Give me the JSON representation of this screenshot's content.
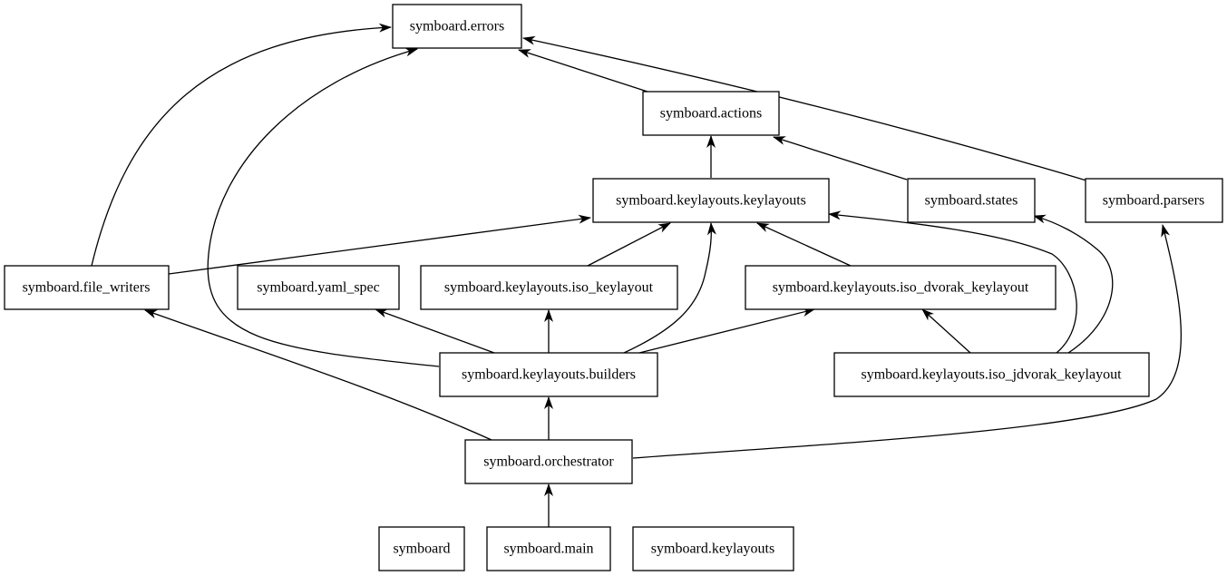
{
  "diagram": {
    "type": "module-dependency-graph",
    "colors": {
      "stroke": "#000000",
      "fill": "#ffffff",
      "text": "#000000"
    },
    "nodes": [
      {
        "id": "errors",
        "label": "symboard.errors"
      },
      {
        "id": "actions",
        "label": "symboard.actions"
      },
      {
        "id": "keylayouts_keylayouts",
        "label": "symboard.keylayouts.keylayouts"
      },
      {
        "id": "states",
        "label": "symboard.states"
      },
      {
        "id": "parsers",
        "label": "symboard.parsers"
      },
      {
        "id": "file_writers",
        "label": "symboard.file_writers"
      },
      {
        "id": "yaml_spec",
        "label": "symboard.yaml_spec"
      },
      {
        "id": "iso_keylayout",
        "label": "symboard.keylayouts.iso_keylayout"
      },
      {
        "id": "iso_dvorak_keylayout",
        "label": "symboard.keylayouts.iso_dvorak_keylayout"
      },
      {
        "id": "builders",
        "label": "symboard.keylayouts.builders"
      },
      {
        "id": "iso_jdvorak_keylayout",
        "label": "symboard.keylayouts.iso_jdvorak_keylayout"
      },
      {
        "id": "orchestrator",
        "label": "symboard.orchestrator"
      },
      {
        "id": "symboard",
        "label": "symboard"
      },
      {
        "id": "main",
        "label": "symboard.main"
      },
      {
        "id": "keylayouts",
        "label": "symboard.keylayouts"
      }
    ],
    "edges": [
      {
        "from": "actions",
        "to": "errors"
      },
      {
        "from": "parsers",
        "to": "errors"
      },
      {
        "from": "file_writers",
        "to": "errors"
      },
      {
        "from": "builders",
        "to": "errors"
      },
      {
        "from": "keylayouts_keylayouts",
        "to": "actions"
      },
      {
        "from": "states",
        "to": "actions"
      },
      {
        "from": "file_writers",
        "to": "keylayouts_keylayouts"
      },
      {
        "from": "iso_keylayout",
        "to": "keylayouts_keylayouts"
      },
      {
        "from": "builders",
        "to": "keylayouts_keylayouts"
      },
      {
        "from": "iso_dvorak_keylayout",
        "to": "keylayouts_keylayouts"
      },
      {
        "from": "iso_jdvorak_keylayout",
        "to": "keylayouts_keylayouts"
      },
      {
        "from": "iso_jdvorak_keylayout",
        "to": "states"
      },
      {
        "from": "orchestrator",
        "to": "parsers"
      },
      {
        "from": "orchestrator",
        "to": "file_writers"
      },
      {
        "from": "builders",
        "to": "yaml_spec"
      },
      {
        "from": "builders",
        "to": "iso_keylayout"
      },
      {
        "from": "builders",
        "to": "iso_dvorak_keylayout"
      },
      {
        "from": "iso_jdvorak_keylayout",
        "to": "iso_dvorak_keylayout"
      },
      {
        "from": "orchestrator",
        "to": "builders"
      },
      {
        "from": "main",
        "to": "orchestrator"
      }
    ]
  }
}
